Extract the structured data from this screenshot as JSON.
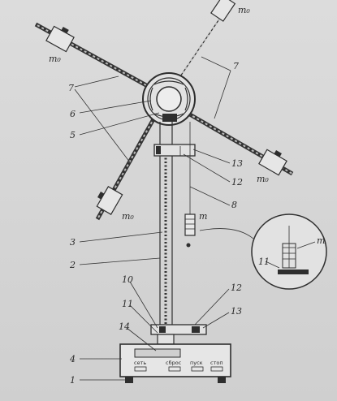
{
  "labels": {
    "n1": "1",
    "n2": "2",
    "n3": "3",
    "n4": "4",
    "n5": "5",
    "n6": "6",
    "n7a": "7",
    "n7b": "7",
    "n8": "8",
    "n10": "10",
    "n11": "11",
    "n12a": "12",
    "n12b": "12",
    "n13a": "13",
    "n13b": "13",
    "n14": "14",
    "n11_inset": "11",
    "m_hang": "m",
    "m_inset": "m",
    "m0_top": "m₀",
    "m0_left": "m₀",
    "m0_right": "m₀",
    "m0_bottom": "m₀"
  },
  "panel": {
    "btn1": "сеть",
    "btn2": "сброс",
    "btn3": "пуск",
    "btn4": "стоп"
  },
  "colors": {
    "ink": "#2e2e2e",
    "paper": "#d9d9d9"
  }
}
